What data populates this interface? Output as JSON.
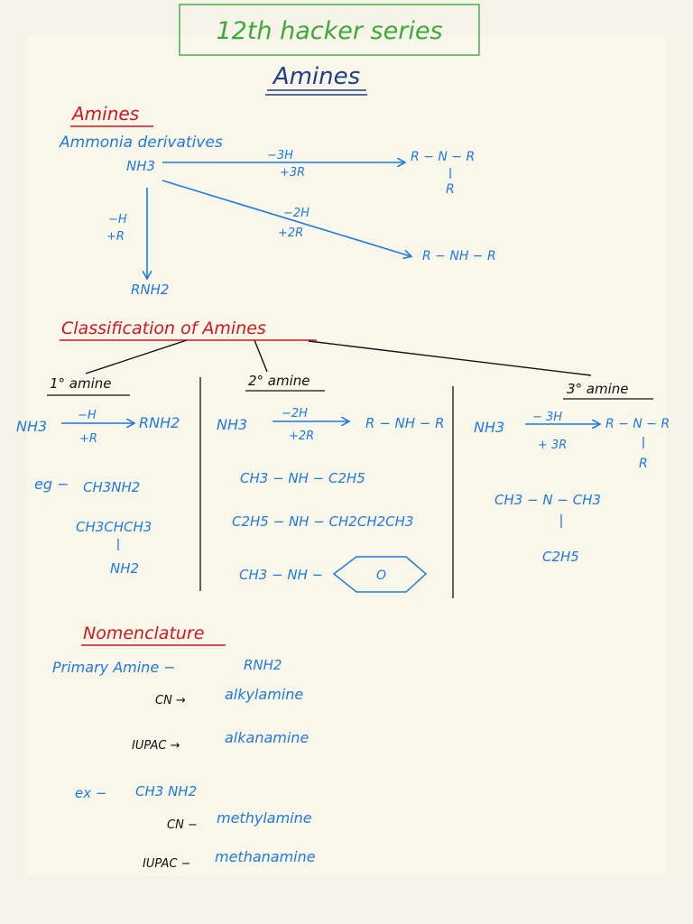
{
  "header": {
    "series_title": "12th hacker series"
  },
  "page_title": "Amines",
  "intro": {
    "heading": "Amines",
    "subtitle": "Ammonia derivatives",
    "nh3": "NH3",
    "tertiary": {
      "top": "−3H",
      "bottom": "+3R",
      "product": "R − N − R",
      "r_below": "R"
    },
    "secondary": {
      "top": "−2H",
      "bottom": "+2R",
      "product": "R − NH − R"
    },
    "primary": {
      "top": "−H",
      "bottom": "+R",
      "product": "RNH2"
    }
  },
  "classification": {
    "heading": "Classification of Amines",
    "primary": {
      "label": "1° amine",
      "reactant": "NH3",
      "top": "−H",
      "bottom": "+R",
      "product": "RNH2",
      "eg_label": "eg −",
      "ex1": "CH3NH2",
      "ex2_chain": "CH3CHCH3",
      "ex2_branch": "NH2"
    },
    "secondary": {
      "label": "2° amine",
      "reactant": "NH3",
      "top": "−2H",
      "bottom": "+2R",
      "product": "R − NH − R",
      "ex1": "CH3 − NH − C2H5",
      "ex2": "C2H5 − NH − CH2CH2CH3",
      "ex3": "CH3 − NH −",
      "ring_label": "O"
    },
    "tertiary": {
      "label": "3° amine",
      "reactant": "NH3",
      "top": "− 3H",
      "bottom": "+ 3R",
      "product": "R − N − R",
      "r_below": "R",
      "ex_chain": "CH3 − N − CH3",
      "ex_branch": "C2H5"
    }
  },
  "nomenclature": {
    "heading": "Nomenclature",
    "primary_label": "Primary Amine −",
    "primary_formula": "RNH2",
    "cn_label": "CN →",
    "cn_value": "alkylamine",
    "iupac_label": "IUPAC →",
    "iupac_value": "alkanamine",
    "ex_label": "ex −",
    "ex_formula": "CH3 NH2",
    "ex_cn_label": "CN −",
    "ex_cn_value": "methylamine",
    "ex_iupac_label": "IUPAC −",
    "ex_iupac_value": "methanamine"
  },
  "colors": {
    "ink_blue": "#1f7ae0",
    "ink_red": "#d4161e",
    "ink_navy": "#1d3f8a",
    "ink_green": "#3ea83a",
    "paper": "#f9f7e9"
  }
}
